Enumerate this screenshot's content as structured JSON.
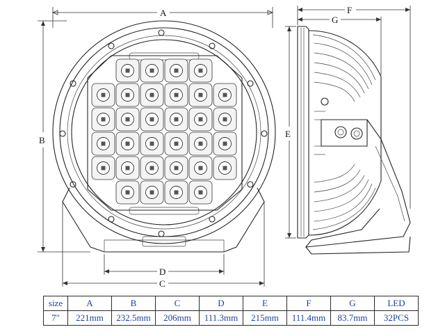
{
  "dimension_labels": {
    "A": "A",
    "B": "B",
    "C": "C",
    "D": "D",
    "E": "E",
    "F": "F",
    "G": "G"
  },
  "spec_table": {
    "headers": [
      "size",
      "A",
      "B",
      "C",
      "D",
      "E",
      "F",
      "G",
      "LED"
    ],
    "row": [
      "7\"",
      "221mm",
      "232.5mm",
      "206mm",
      "111.3mm",
      "215mm",
      "111.4mm",
      "83.7mm",
      "32PCS"
    ]
  },
  "led_grid": {
    "rows": [
      4,
      6,
      6,
      6,
      6,
      4
    ],
    "total": 32
  },
  "line_color": "#222222",
  "table_text_color": "#1a3fa0"
}
